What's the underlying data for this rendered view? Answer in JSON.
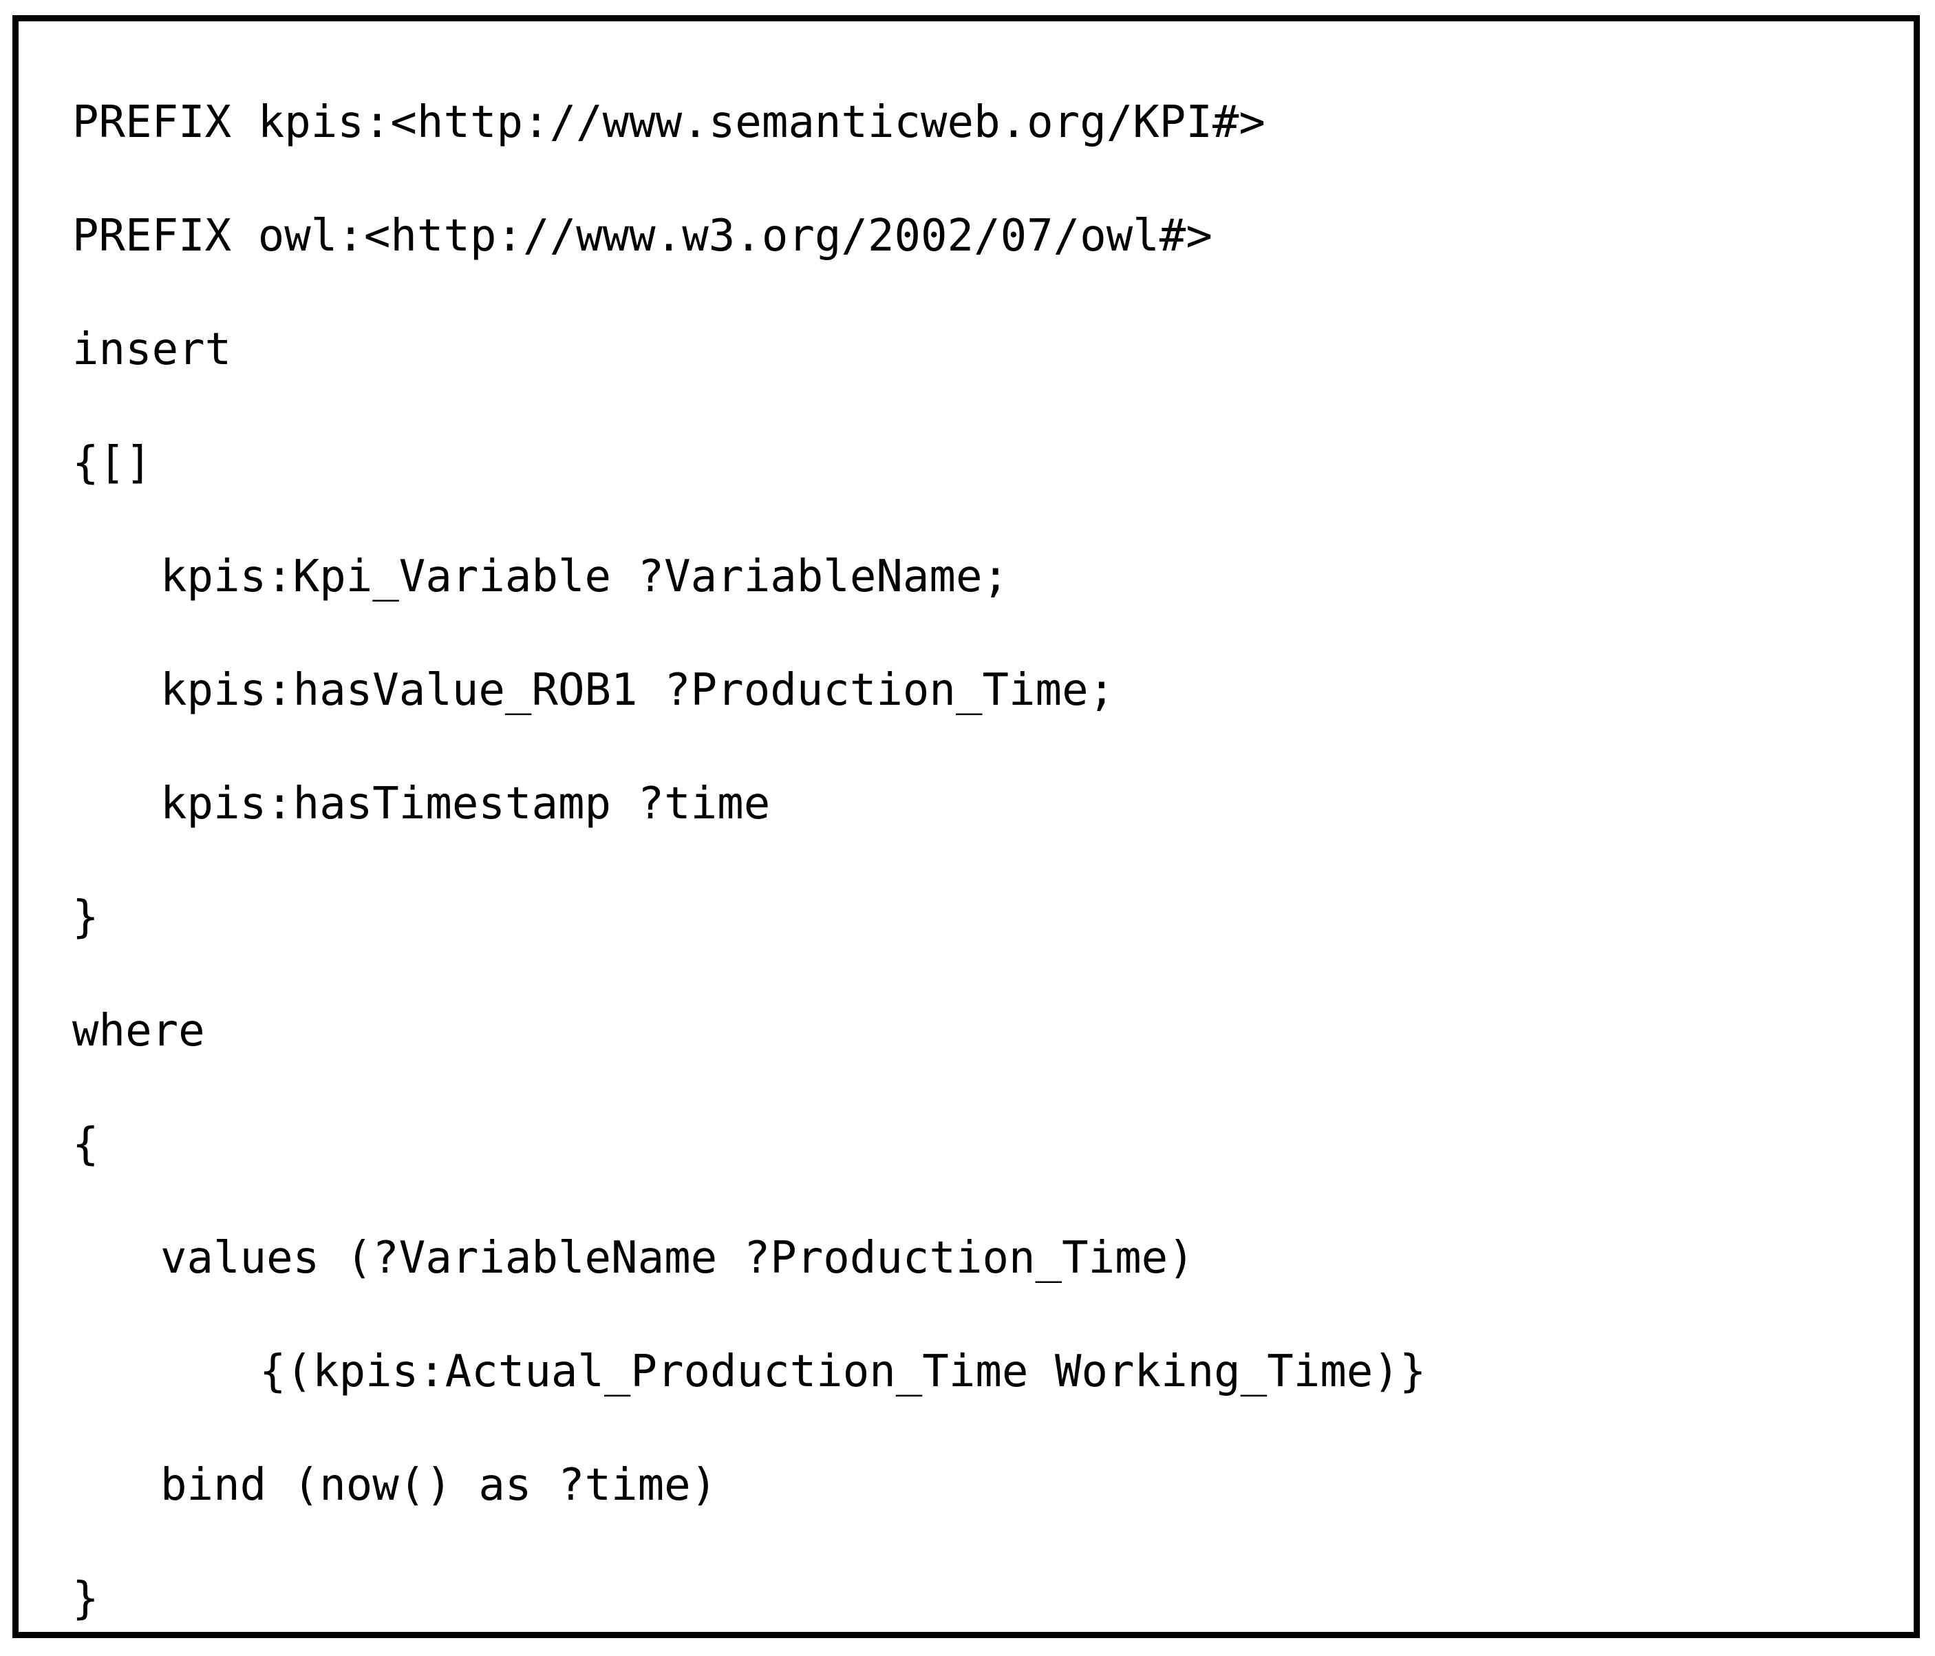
{
  "figure": {
    "kind": "code-listing",
    "language": "SPARQL",
    "border_color": "#000000",
    "background_color": "#ffffff",
    "text_color": "#000000"
  },
  "code": {
    "lines": [
      {
        "text": "PREFIX kpis:<http://www.semanticweb.org/KPI#>",
        "indent": 0
      },
      {
        "text": "PREFIX owl:<http://www.w3.org/2002/07/owl#>",
        "indent": 0
      },
      {
        "text": "insert",
        "indent": 0
      },
      {
        "text": "{[]",
        "indent": 0
      },
      {
        "text": "kpis:Kpi_Variable ?VariableName;",
        "indent": 1
      },
      {
        "text": "kpis:hasValue_ROB1 ?Production_Time;",
        "indent": 1
      },
      {
        "text": "kpis:hasTimestamp ?time",
        "indent": 1
      },
      {
        "text": "}",
        "indent": 0
      },
      {
        "text": "where",
        "indent": 0
      },
      {
        "text": "{",
        "indent": 0
      },
      {
        "text": "values (?VariableName ?Production_Time)",
        "indent": 1
      },
      {
        "text": "{(kpis:Actual_Production_Time Working_Time)}",
        "indent": 2
      },
      {
        "text": "bind (now() as ?time)",
        "indent": 1
      },
      {
        "text": "}",
        "indent": 0
      }
    ]
  }
}
